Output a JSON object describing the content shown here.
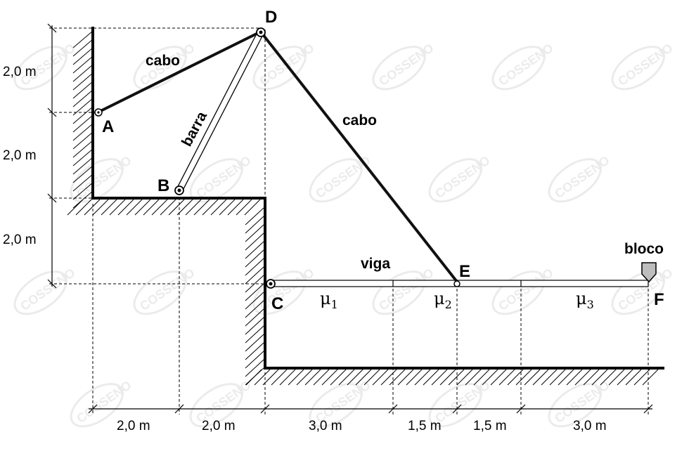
{
  "points": {
    "A": "A",
    "B": "B",
    "C": "C",
    "D": "D",
    "E": "E",
    "F": "F"
  },
  "labels": {
    "cabo_ad": "cabo",
    "cabo_de": "cabo",
    "barra": "barra",
    "viga": "viga",
    "bloco": "bloco"
  },
  "friction": {
    "mu1": {
      "symbol": "μ",
      "sub": "1"
    },
    "mu2": {
      "symbol": "μ",
      "sub": "2"
    },
    "mu3": {
      "symbol": "μ",
      "sub": "3"
    }
  },
  "dimensions": {
    "vertical": [
      "2,0 m",
      "2,0 m",
      "2,0 m"
    ],
    "horizontal": [
      "2,0 m",
      "2,0 m",
      "3,0 m",
      "1,5 m",
      "1,5 m",
      "3,0 m"
    ]
  },
  "watermark": "COSSENO"
}
